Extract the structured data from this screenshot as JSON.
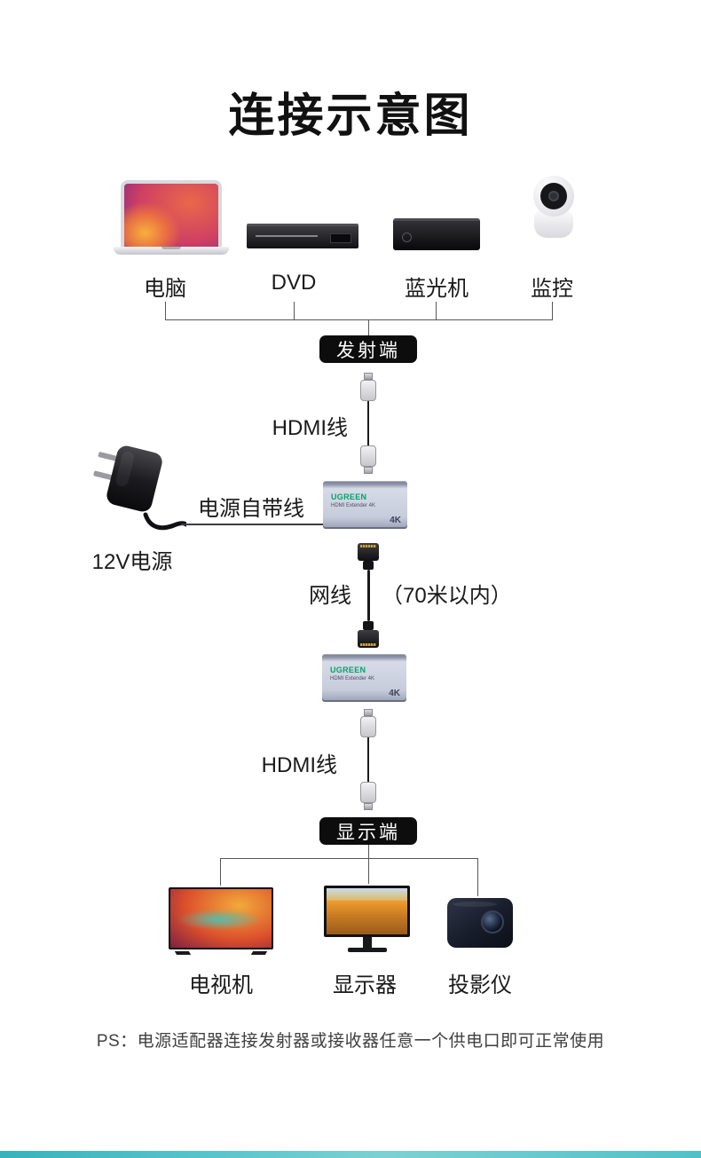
{
  "page": {
    "title": "连接示意图",
    "ps_note": "PS：电源适配器连接发射器或接收器任意一个供电口即可正常使用"
  },
  "badges": {
    "transmitter": "发射端",
    "display": "显示端"
  },
  "sources": [
    {
      "label": "电脑"
    },
    {
      "label": "DVD"
    },
    {
      "label": "蓝光机"
    },
    {
      "label": "监控"
    }
  ],
  "displays": [
    {
      "label": "电视机"
    },
    {
      "label": "显示器"
    },
    {
      "label": "投影仪"
    }
  ],
  "cables": {
    "hdmi_top": "HDMI线",
    "hdmi_bottom": "HDMI线",
    "network": "网线",
    "network_note": "（70米以内）",
    "power_cable": "电源自带线",
    "power_adapter": "12V电源"
  },
  "extender": {
    "brand": "UGREEN",
    "subtitle": "HDMI Extender 4K",
    "corner_label": "4K"
  },
  "icons": {
    "laptop": "laptop-icon",
    "dvd_player": "dvd-player-icon",
    "bluray_player": "bluray-player-icon",
    "camera": "security-camera-icon",
    "tv": "tv-icon",
    "monitor": "monitor-icon",
    "projector": "projector-icon",
    "power_adapter": "power-adapter-icon",
    "hdmi_plug": "hdmi-plug-icon",
    "rj45_plug": "rj45-plug-icon"
  },
  "colors": {
    "accent_teal": "#41bcc2",
    "badge_black": "#0d0d0d",
    "brand_green": "#00a46c"
  }
}
